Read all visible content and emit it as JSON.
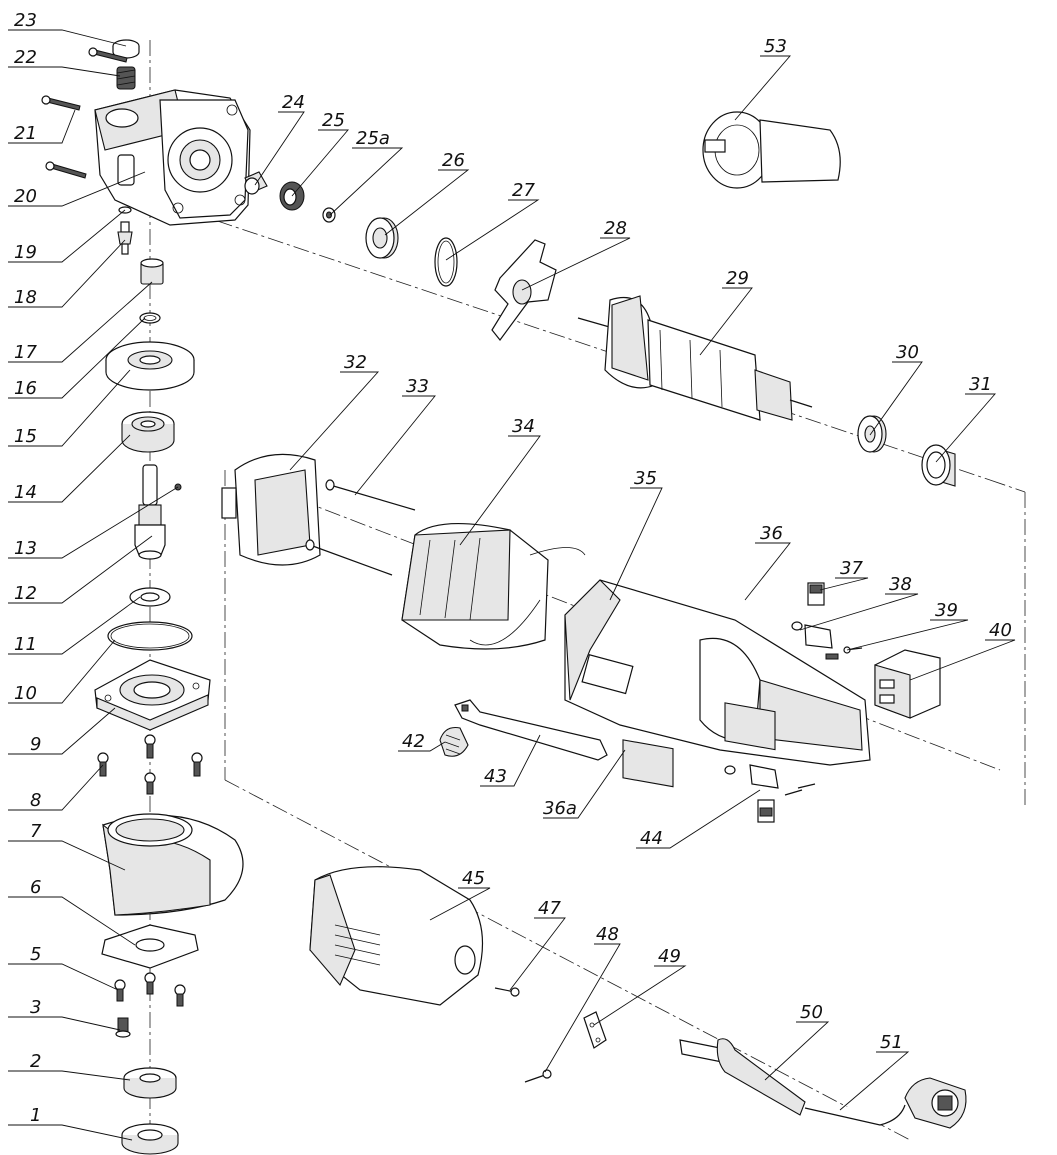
{
  "labels": {
    "p1": "1",
    "p2": "2",
    "p3": "3",
    "p5": "5",
    "p6": "6",
    "p7": "7",
    "p8": "8",
    "p9": "9",
    "p10": "10",
    "p11": "11",
    "p12": "12",
    "p13": "13",
    "p14": "14",
    "p15": "15",
    "p16": "16",
    "p17": "17",
    "p18": "18",
    "p19": "19",
    "p20": "20",
    "p21": "21",
    "p22": "22",
    "p23": "23",
    "p24": "24",
    "p25": "25",
    "p25a": "25a",
    "p26": "26",
    "p27": "27",
    "p28": "28",
    "p29": "29",
    "p30": "30",
    "p31": "31",
    "p32": "32",
    "p33": "33",
    "p34": "34",
    "p35": "35",
    "p36": "36",
    "p36a": "36a",
    "p37": "37",
    "p38": "38",
    "p39": "39",
    "p40": "40",
    "p42": "42",
    "p43": "43",
    "p44": "44",
    "p45": "45",
    "p47": "47",
    "p48": "48",
    "p49": "49",
    "p50": "50",
    "p51": "51",
    "p53": "53"
  }
}
